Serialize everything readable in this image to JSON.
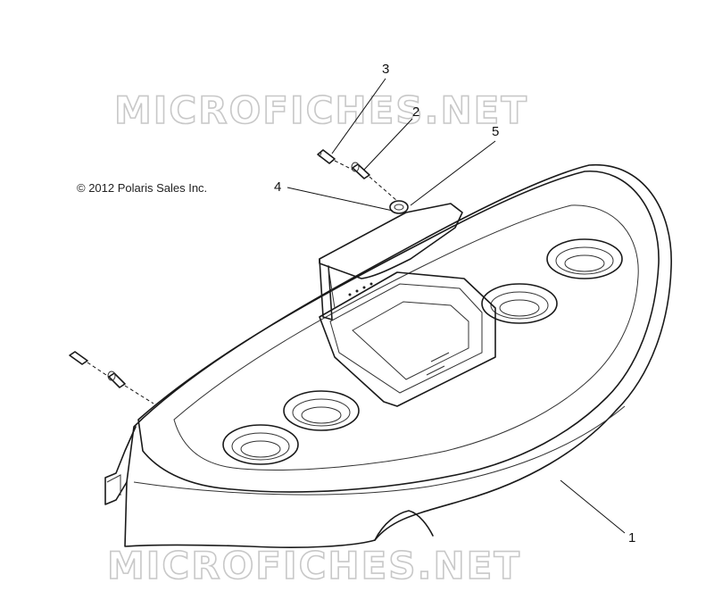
{
  "watermarks": [
    "MICROFICHES.NET",
    "MICROFICHES.NET"
  ],
  "copyright": "© 2012 Polaris Sales Inc.",
  "callouts": [
    "1",
    "2",
    "3",
    "4",
    "5"
  ]
}
